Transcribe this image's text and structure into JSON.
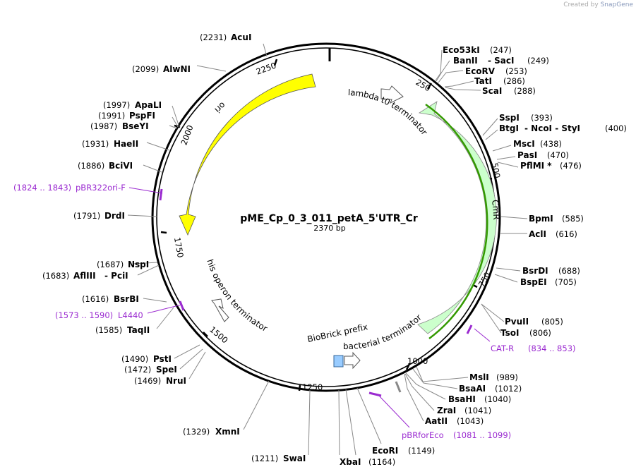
{
  "credit": {
    "prefix": "Created by",
    "brand": "SnapGene"
  },
  "plasmid": {
    "name": "pME_Cp_0_3_011_petA_5'UTR_Cr",
    "length_label": "2370 bp",
    "length": 2370
  },
  "ticks": [
    "250",
    "500",
    "750",
    "1000",
    "1250",
    "1500",
    "1750",
    "2000",
    "2250"
  ],
  "features": [
    {
      "id": "ori",
      "label": "ori",
      "color": "#ffff00"
    },
    {
      "id": "cmr",
      "label": "CmR",
      "color": "#ccffcc"
    },
    {
      "id": "lambda",
      "label": "lambda t0 terminator",
      "color": "#ffffff"
    },
    {
      "id": "bact",
      "label": "bacterial terminator",
      "color": "#ffffff"
    },
    {
      "id": "his",
      "label": "his operon terminator",
      "color": "#ffffff"
    },
    {
      "id": "biobrick",
      "label": "BioBrick prefix",
      "color": "#99ccff"
    }
  ],
  "enzymes_right": [
    {
      "name": "Eco53kI",
      "pos": "(247)"
    },
    {
      "name": "BanII",
      "extra": "-  SacI",
      "pos": "(249)"
    },
    {
      "name": "EcoRV",
      "pos": "(253)"
    },
    {
      "name": "TatI",
      "pos": "(286)"
    },
    {
      "name": "ScaI",
      "pos": "(288)"
    },
    {
      "name": "SspI",
      "pos": "(393)"
    },
    {
      "name": "BtgI",
      "extra": "-  NcoI  -  StyI",
      "pos": "(400)"
    },
    {
      "name": "MscI",
      "pos": "(438)"
    },
    {
      "name": "PasI",
      "pos": "(470)"
    },
    {
      "name": "PflMI *",
      "pos": "(476)"
    },
    {
      "name": "BpmI",
      "pos": "(585)"
    },
    {
      "name": "AclI",
      "pos": "(616)"
    },
    {
      "name": "BsrDI",
      "pos": "(688)"
    },
    {
      "name": "BspEI",
      "pos": "(705)"
    },
    {
      "name": "PvuII",
      "pos": "(805)"
    },
    {
      "name": "TsoI",
      "pos": "(806)"
    },
    {
      "name": "MslI",
      "pos": "(989)"
    },
    {
      "name": "BsaAI",
      "pos": "(1012)"
    },
    {
      "name": "BsaHI",
      "pos": "(1040)"
    },
    {
      "name": "ZraI",
      "pos": "(1041)"
    },
    {
      "name": "AatII",
      "pos": "(1043)"
    },
    {
      "name": "EcoRI",
      "pos": "(1149)"
    },
    {
      "name": "XbaI",
      "pos": "(1164)"
    }
  ],
  "enzymes_left": [
    {
      "name": "AcuI",
      "pos": "(2231)"
    },
    {
      "name": "AlwNI",
      "pos": "(2099)"
    },
    {
      "name": "ApaLI",
      "pos": "(1997)"
    },
    {
      "name": "PspFI",
      "pos": "(1991)"
    },
    {
      "name": "BseYI",
      "pos": "(1987)"
    },
    {
      "name": "HaeII",
      "pos": "(1931)"
    },
    {
      "name": "BciVI",
      "pos": "(1886)"
    },
    {
      "name": "DrdI",
      "pos": "(1791)"
    },
    {
      "name": "NspI",
      "pos": "(1687)"
    },
    {
      "name": "AflIII",
      "extra": "-  PciI",
      "pos": "(1683)"
    },
    {
      "name": "BsrBI",
      "pos": "(1616)"
    },
    {
      "name": "TaqII",
      "pos": "(1585)"
    },
    {
      "name": "PstI",
      "pos": "(1490)"
    },
    {
      "name": "SpeI",
      "pos": "(1472)"
    },
    {
      "name": "NruI",
      "pos": "(1469)"
    },
    {
      "name": "XmnI",
      "pos": "(1329)"
    },
    {
      "name": "SwaI",
      "pos": "(1211)"
    }
  ],
  "primers": [
    {
      "name": "pBR322ori-F",
      "range": "(1824 .. 1843)"
    },
    {
      "name": "L4440",
      "range": "(1573 .. 1590)"
    },
    {
      "name": "CAT-R",
      "range": "(834 .. 853)"
    },
    {
      "name": "pBRforEco",
      "range": "(1081 .. 1099)"
    }
  ],
  "colors": {
    "primer": "#9a2ad0",
    "backbone": "#000000",
    "cmr_outline": "#339900",
    "cmr_fill": "#ccffcc"
  }
}
